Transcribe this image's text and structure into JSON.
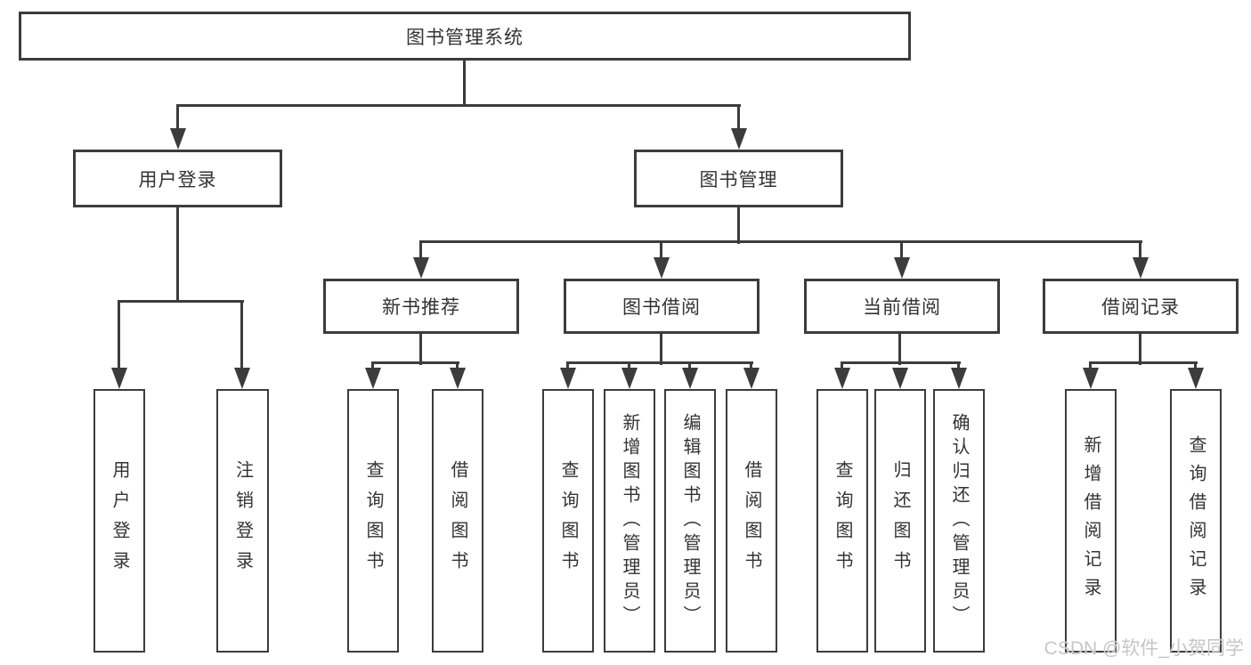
{
  "tree": {
    "label": "图书管理系统",
    "children": [
      {
        "label": "用户登录",
        "children": [
          {
            "label": "用户登录"
          },
          {
            "label": "注销登录"
          }
        ]
      },
      {
        "label": "图书管理",
        "children": [
          {
            "label": "新书推荐",
            "children": [
              {
                "label": "查询图书"
              },
              {
                "label": "借阅图书"
              }
            ]
          },
          {
            "label": "图书借阅",
            "children": [
              {
                "label": "查询图书"
              },
              {
                "label": "新增图书（管理员）"
              },
              {
                "label": "编辑图书（管理员）"
              },
              {
                "label": "借阅图书"
              }
            ]
          },
          {
            "label": "当前借阅",
            "children": [
              {
                "label": "查询图书"
              },
              {
                "label": "归还图书"
              },
              {
                "label": "确认归还（管理员）"
              }
            ]
          },
          {
            "label": "借阅记录",
            "children": [
              {
                "label": "新增借阅记录"
              },
              {
                "label": "查询借阅记录"
              }
            ]
          }
        ]
      }
    ]
  },
  "watermark": "CSDN @软件_小贺同学",
  "colors": {
    "line": "#3c3c3c",
    "text": "#333333",
    "background": "#ffffff",
    "watermark": "#c6c6c6"
  }
}
